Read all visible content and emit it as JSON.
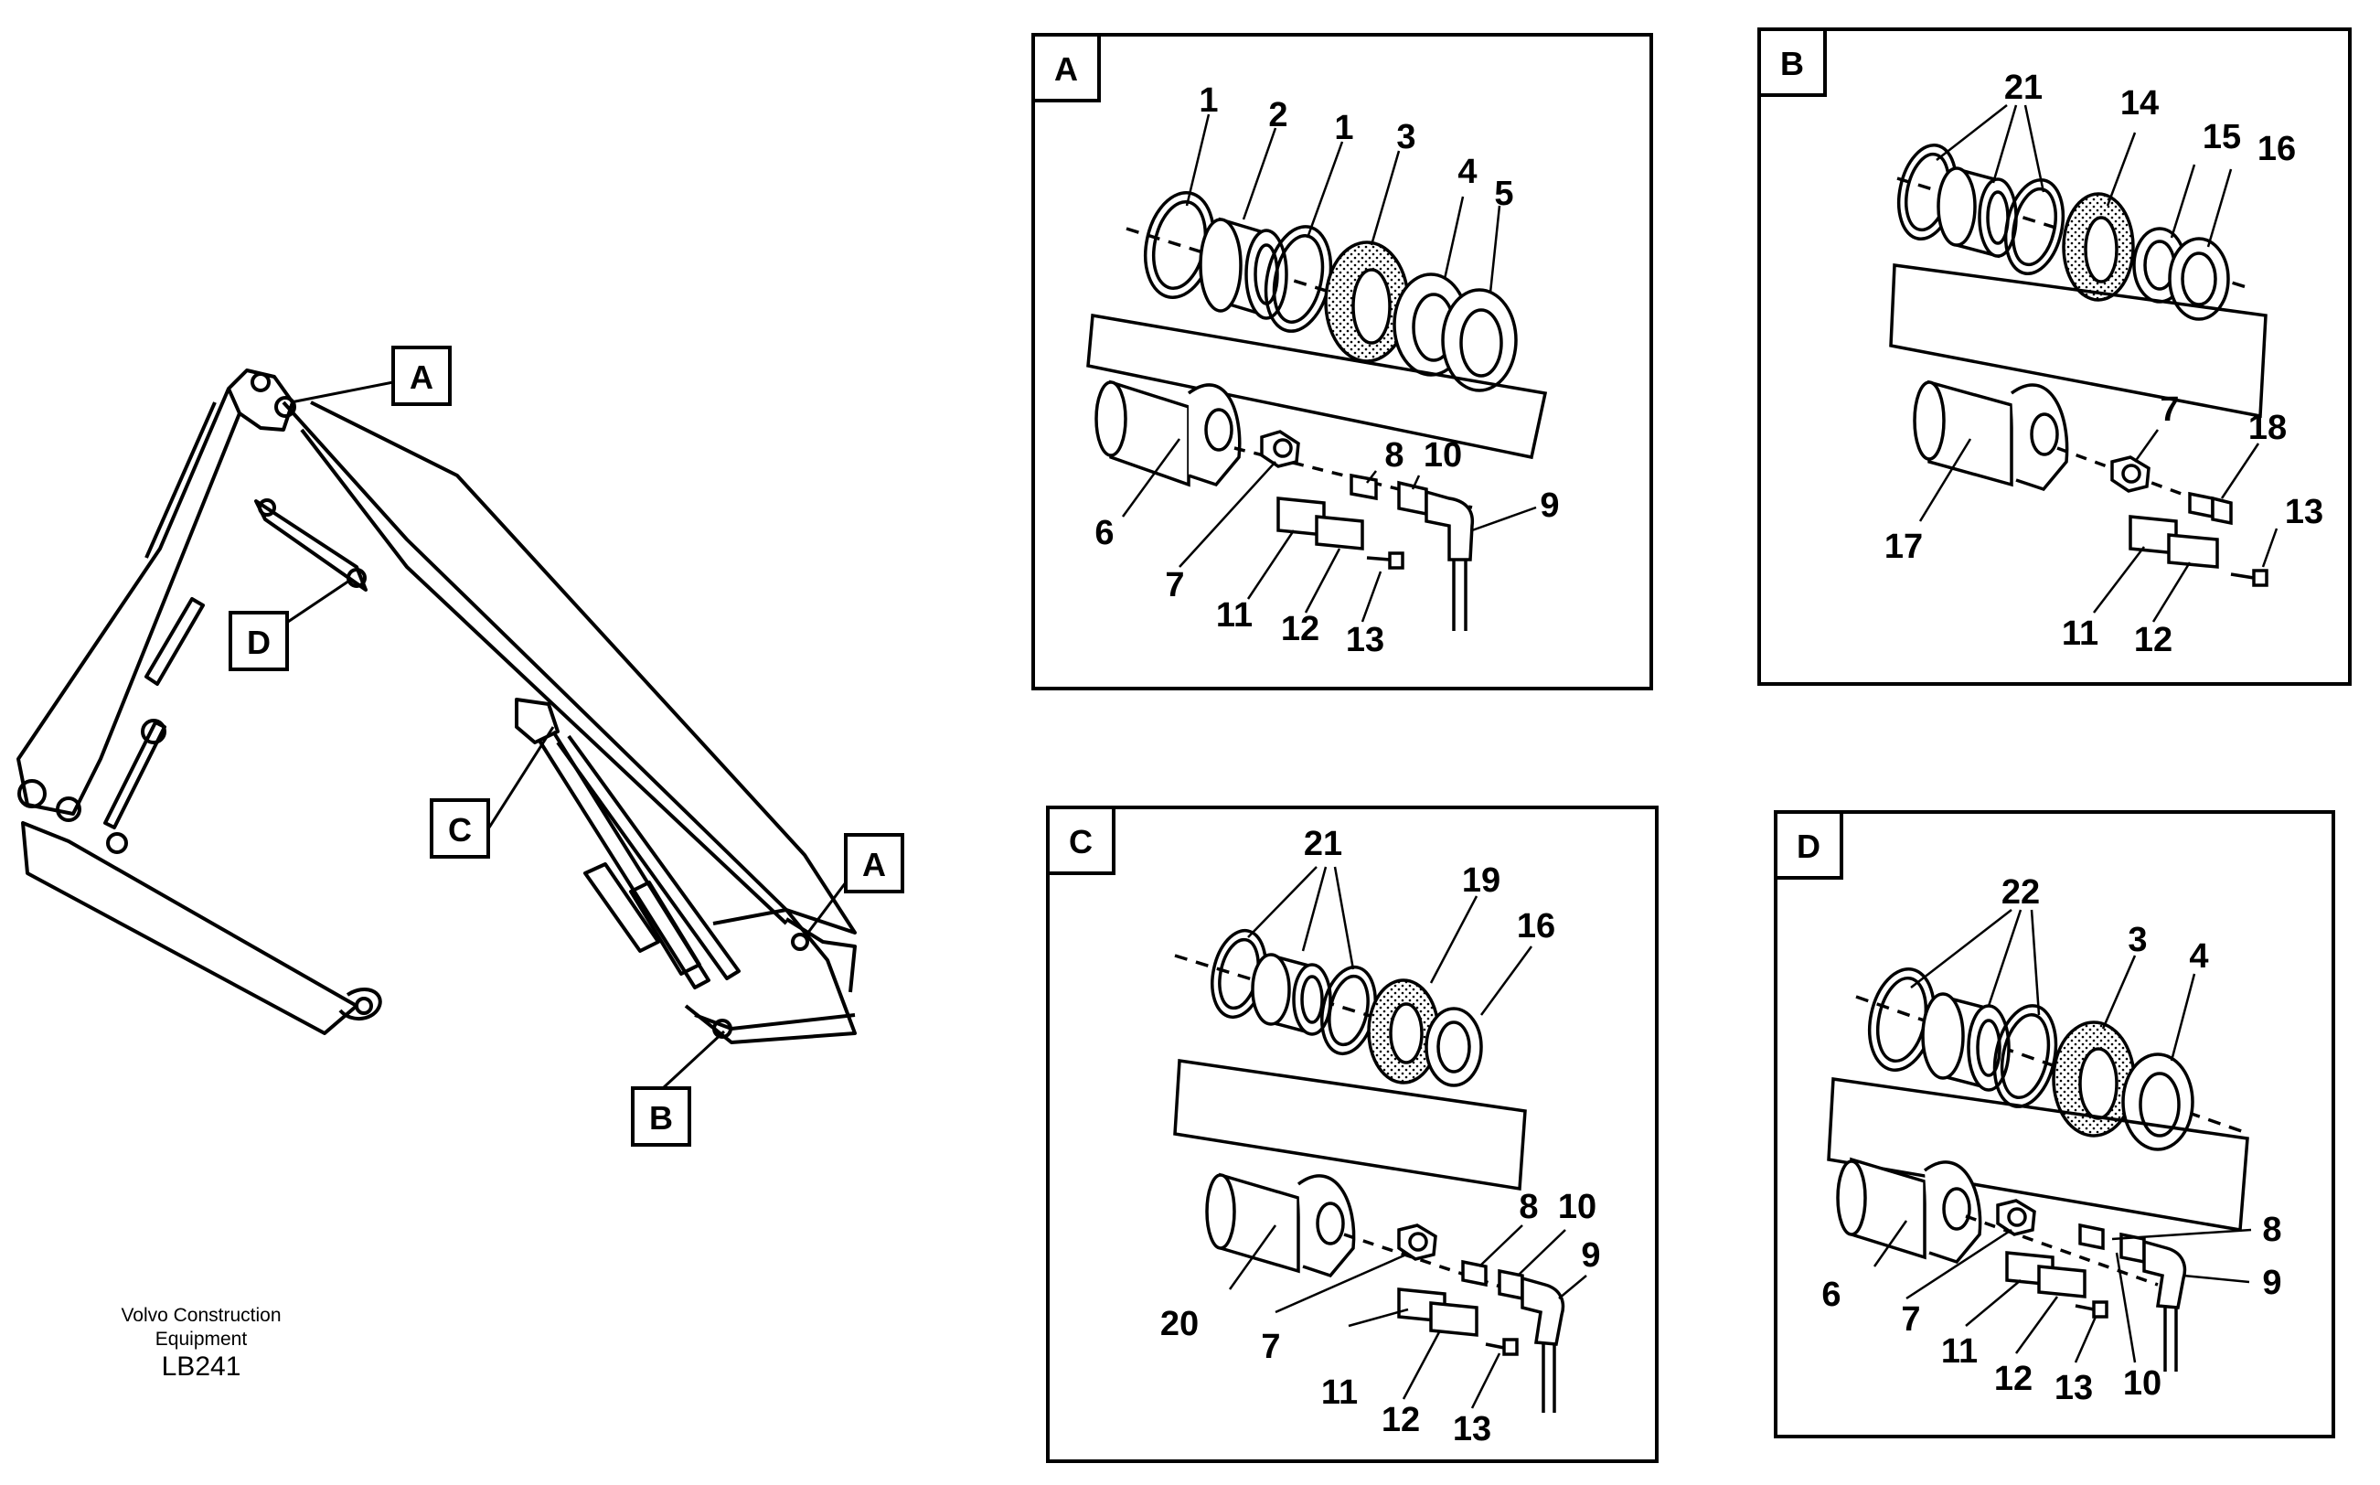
{
  "caption": {
    "line1": "Volvo Construction",
    "line2": "Equipment",
    "code": "LB241"
  },
  "overview": {
    "labels": {
      "a_top": "A",
      "d": "D",
      "c": "C",
      "a_right": "A",
      "b": "B"
    }
  },
  "panels": [
    {
      "id": "A",
      "numbers": [
        "1",
        "2",
        "1",
        "3",
        "4",
        "5",
        "6",
        "7",
        "8",
        "10",
        "9",
        "11",
        "12",
        "13"
      ]
    },
    {
      "id": "B",
      "numbers": [
        "21",
        "14",
        "15",
        "16",
        "7",
        "18",
        "17",
        "13",
        "11",
        "12"
      ]
    },
    {
      "id": "C",
      "numbers": [
        "21",
        "19",
        "16",
        "8",
        "10",
        "9",
        "20",
        "7",
        "11",
        "12",
        "13"
      ]
    },
    {
      "id": "D",
      "numbers": [
        "22",
        "3",
        "4",
        "8",
        "9",
        "6",
        "7",
        "11",
        "12",
        "13",
        "10"
      ]
    }
  ]
}
